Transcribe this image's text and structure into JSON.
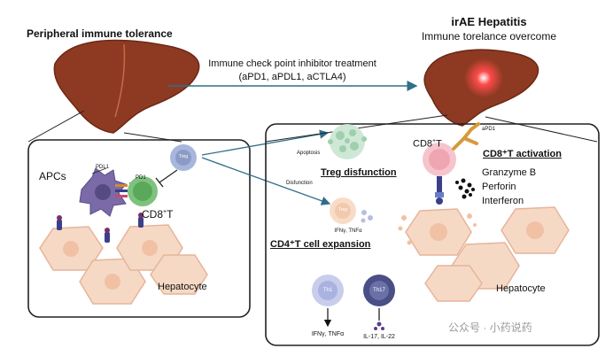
{
  "left": {
    "title": "Peripheral immune tolerance",
    "labels": {
      "apcs": "APCs",
      "pdl1": "PDL1",
      "pd1": "PD1",
      "treg": "Treg",
      "cd8": "CD8",
      "cd8_sup": "+",
      "cd8_suffix": "T",
      "hepatocyte": "Hepatocyte"
    }
  },
  "treatment": {
    "line1": "Immune check point inhibitor treatment",
    "line2": "(aPD1, aPDL1, aCTLA4)"
  },
  "right": {
    "title": "irAE Hepatitis",
    "subtitle": "Immune torelance overcome",
    "labels": {
      "apoptosis": "Apoptosis",
      "disfunction": "Disfunction",
      "treg_disfunction": "Treg disfunction",
      "treg_cell": "Treg",
      "ifng_tnfa": "IFNγ, TNFα",
      "cd4_expansion": "CD4⁺T cell expansion",
      "th1": "Th1",
      "th17": "Th17",
      "th1_out": "IFNγ, TNFα",
      "th17_out": "IL-17, IL-22",
      "cd8": "CD8",
      "cd8_sup": "+",
      "cd8_suffix": "T",
      "apd1": "aPD1",
      "cd8_activation": "CD8⁺T activation",
      "granzyme": "Granzyme B",
      "perforin": "Perforin",
      "interferon": "Interferon",
      "hepatocyte": "Hepatocyte"
    }
  },
  "watermark": "公众号 · 小药说药",
  "colors": {
    "liver": "#8e3a22",
    "hepatocyte": "#f6d9c5",
    "cd8": "#7ec27e",
    "treg": "#a7b6dc",
    "apc": "#7b6aa8",
    "arrow": "#2f6f8a",
    "inflamed": "#e8262a",
    "th17": "#4a4f86"
  }
}
